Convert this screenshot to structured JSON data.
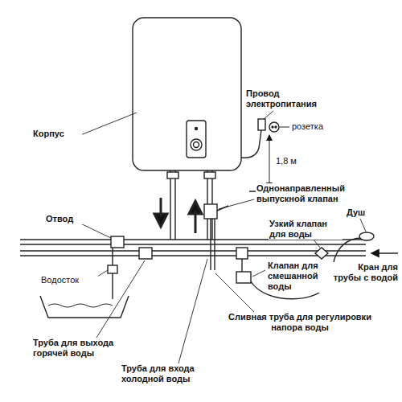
{
  "diagram": {
    "labels": [
      "Корпус",
      "Провод электропитания",
      "розетка",
      "1,8 м",
      "Однонаправленный выпускной клапан",
      "Отвод",
      "Душ",
      "Узкий клапан для воды",
      "Кран для трубы с водой",
      "Клапан для смешанной воды",
      "Водосток",
      "Сливная труба для регулировки напора воды",
      "Труба для выхода горячей воды",
      "Труба для входа холодной воды"
    ]
  }
}
